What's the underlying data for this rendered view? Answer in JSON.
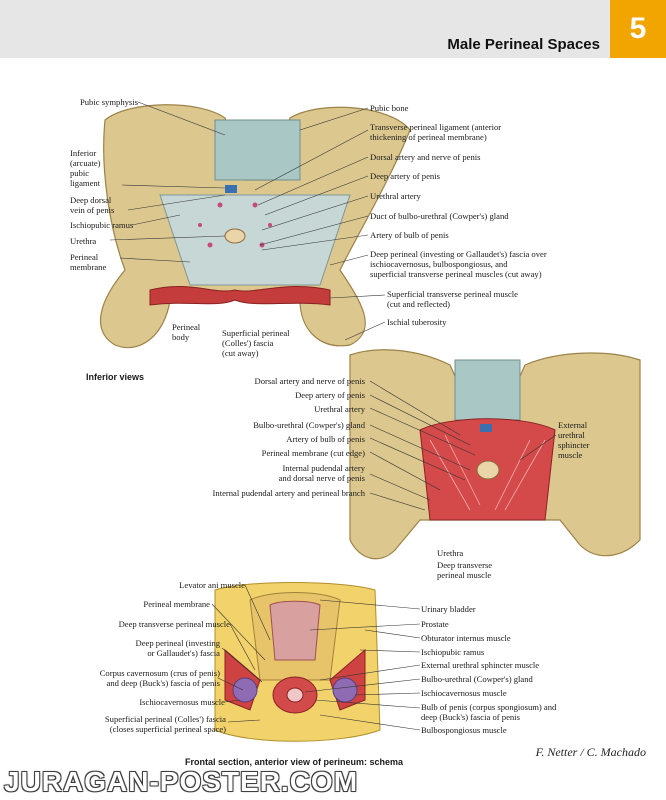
{
  "header": {
    "title": "Male Perineal Spaces",
    "plate_number": "5"
  },
  "fig1": {
    "left_labels": [
      "Pubic symphysis",
      "Inferior\n(arcuate)\npubic\nligament",
      "Deep dorsal\nvein of penis",
      "Ischiopubic ramus",
      "Urethra",
      "Perineal\nmembrane"
    ],
    "right_labels": [
      "Pubic bone",
      "Transverse perineal ligament (anterior\nthickening of perineal membrane)",
      "Dorsal artery and nerve of penis",
      "Deep artery of penis",
      "Urethral artery",
      "Duct of bulbo-urethral (Cowper's) gland",
      "Artery of bulb of penis",
      "Deep perineal (investing or Gallaudet's) fascia over\nischiocavernosus, bulbospongiosus, and\nsuperficial transverse perineal muscles (cut away)",
      "Superficial transverse perineal muscle\n(cut and reflected)",
      "Ischial tuberosity"
    ],
    "bottom_labels": [
      "Perineal\nbody",
      "Superficial perineal\n(Colles') fascia\n(cut away)"
    ]
  },
  "views_caption": "Inferior views",
  "fig2": {
    "left_labels": [
      "Dorsal artery and nerve of penis",
      "Deep artery of penis",
      "Urethral artery",
      "Bulbo-urethral (Cowper's) gland",
      "Artery of bulb of penis",
      "Perineal membrane (cut edge)",
      "Internal pudendal artery\nand dorsal nerve of penis",
      "Internal pudendal artery and perineal branch"
    ],
    "right_labels": [
      "External\nurethral\nsphincter\nmuscle"
    ],
    "bottom_labels": [
      "Urethra",
      "Deep transverse\nperineal muscle"
    ]
  },
  "fig3": {
    "left_labels": [
      "Levator ani muscle",
      "Perineal membrane",
      "Deep transverse perineal muscle",
      "Deep perineal (investing\nor Gallaudet's) fascia",
      "Corpus cavernosum (crus of penis)\nand deep (Buck's) fascia of penis",
      "Ischiocavernosus muscle",
      "Superficial perineal (Colles') fascia\n(closes superficial perineal space)"
    ],
    "right_labels": [
      "Urinary bladder",
      "Prostate",
      "Obturator internus muscle",
      "Ischiopubic ramus",
      "External urethral sphincter muscle",
      "Bulbo-urethral (Cowper's) gland",
      "Ischiocavernosus muscle",
      "Bulb of penis (corpus spongiosum) and\ndeep (Buck's) fascia of penis",
      "Bulbospongiosus muscle"
    ],
    "caption": "Frontal section, anterior view of perineum: schema"
  },
  "signature": "F. Netter / C. Machado",
  "watermark": "JURAGAN-POSTER.COM",
  "colors": {
    "header_bg": "#e6e6e6",
    "tab_bg": "#f2a400",
    "bone": "#d8c48a",
    "muscle": "#c23b3b",
    "membrane": "#bcd0d0"
  }
}
